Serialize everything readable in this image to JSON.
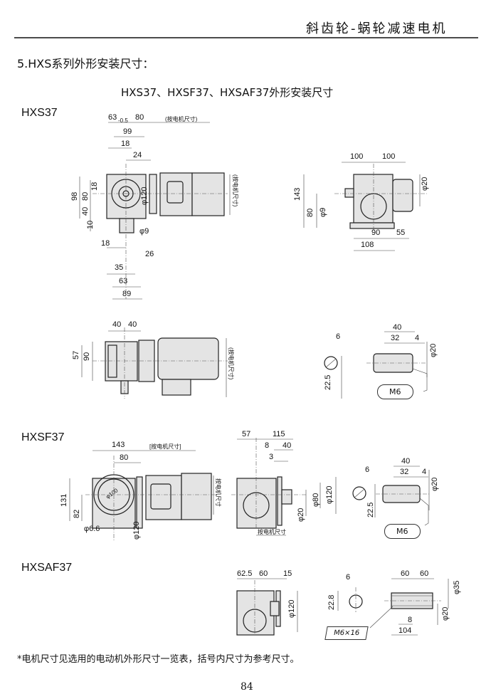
{
  "header": {
    "title": "斜齿轮-蜗轮减速电机"
  },
  "section_title": "5.HXS系列外形安装尺寸：",
  "subtitle": "HXS37、HXSF37、HXSAF37外形安装尺寸",
  "models": {
    "hxs37": "HXS37",
    "hxsf37": "HXSF37",
    "hxsaf37": "HXSAF37"
  },
  "hxs37_front": {
    "d63": "63",
    "d63_tol": "-0.5",
    "d80": "80",
    "motor_note": "(按电机尺寸)",
    "d99": "99",
    "d18a": "18",
    "d24": "24",
    "d98": "98",
    "d80v": "80",
    "d18v": "18",
    "d40": "40",
    "d10": "10",
    "dia120": "φ120",
    "motor_note_v": "(按电机尺寸)",
    "dia9": "φ9",
    "d18b": "18",
    "d26": "26",
    "d35": "35",
    "d63b": "63",
    "d89": "89"
  },
  "hxs37_side": {
    "d100a": "100",
    "d100b": "100",
    "dia20": "φ20",
    "d143": "143",
    "d80": "80",
    "dia9": "φ9",
    "d90": "90",
    "d55": "55",
    "d108": "108"
  },
  "hxs37_top": {
    "d40a": "40",
    "d40b": "40",
    "d57": "57",
    "d90": "90",
    "motor_note": "(按电机尺寸)"
  },
  "hxs37_shaft": {
    "key": "6",
    "d40": "40",
    "d32": "32",
    "d4": "4",
    "dia20": "φ20",
    "d22_5": "22.5",
    "thread": "M6"
  },
  "hxsf37_front": {
    "d143": "143",
    "motor_note": "[按电机尺寸]",
    "d80": "80",
    "d131": "131",
    "d82": "82",
    "dia6_6": "φ6.6",
    "dia120": "φ120",
    "motor_note_v": "按电机尺寸",
    "dia100": "φ100"
  },
  "hxsf37_side": {
    "d57": "57",
    "d115": "115",
    "d8": "8",
    "d40": "40",
    "d3": "3",
    "dia20": "φ20",
    "dia80": "φ80",
    "dia120": "φ120",
    "motor_note": "按电机尺寸"
  },
  "hxsf37_shaft": {
    "key": "6",
    "d40": "40",
    "d32": "32",
    "d4": "4",
    "dia20": "φ20",
    "d22_5": "22.5",
    "thread": "M6"
  },
  "hxsaf37": {
    "d62_5": "62.5",
    "d60": "60",
    "d15": "15",
    "dia120": "φ120",
    "key": "6",
    "d22_8": "22.8",
    "d60a": "60",
    "d60b": "60",
    "dia35": "φ35",
    "dia20": "φ20",
    "d8": "8",
    "d104": "104",
    "thread": "M6×16"
  },
  "footnote": "*电机尺寸见选用的电动机外形尺寸一览表，括号内尺寸为参考尺寸。",
  "page_number": "84"
}
